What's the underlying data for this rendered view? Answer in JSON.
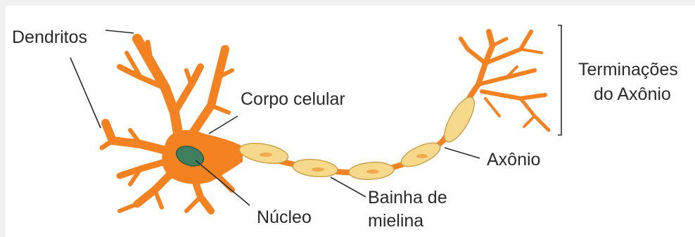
{
  "labels": {
    "dendrites": "Dendritos",
    "cell_body": "Corpo celular",
    "nucleus": "Núcleo",
    "myelin_line1": "Bainha de",
    "myelin_line2": "mielina",
    "axon": "Axônio",
    "terminals_line1": "Terminações",
    "terminals_line2": "do Axônio"
  },
  "colors": {
    "neuron": "#f58220",
    "outline": "#5c3a12",
    "myelin": "#f7d98c",
    "myelin_mark": "#f2a950",
    "nucleus": "#3f7f5f",
    "leader": "#2a2a2a"
  }
}
